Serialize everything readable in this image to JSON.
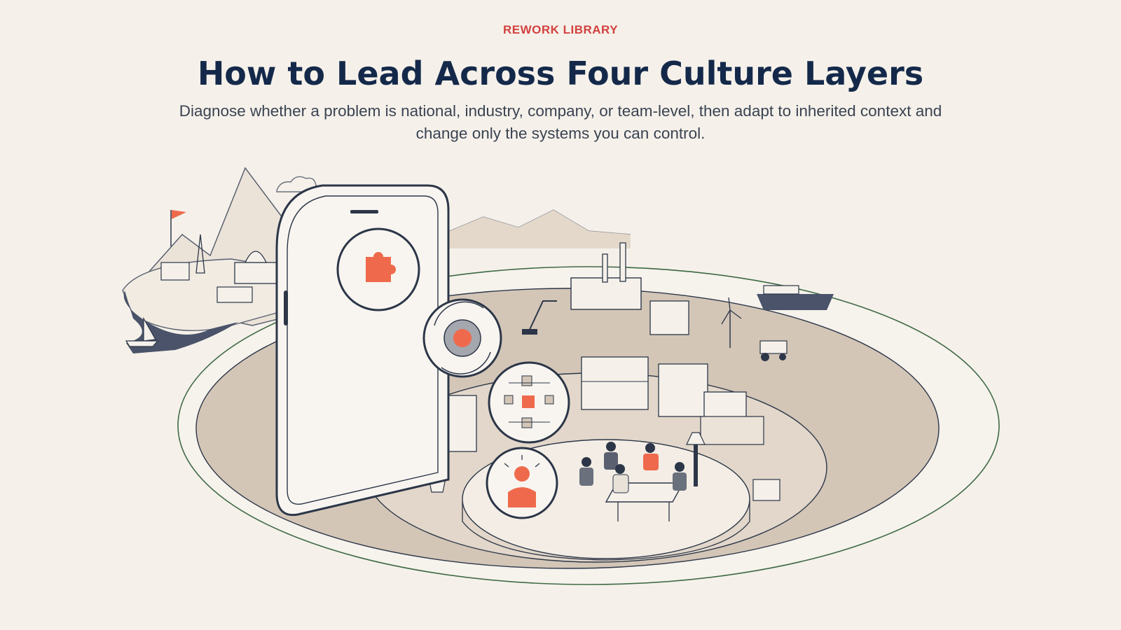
{
  "header": {
    "eyebrow": "REWORK LIBRARY",
    "title": "How to Lead Across Four Culture Layers",
    "subtitle": "Diagnose whether a problem is national, industry, company, or team-level, then adapt to inherited context and change only the systems you can control."
  },
  "illustration": {
    "icons": [
      "puzzle-icon",
      "gear-cycle-icon",
      "org-chart-icon",
      "person-icon"
    ],
    "colors": {
      "accent": "#ef6a4c",
      "ink": "#2c3648",
      "sand": "#d3c6b7",
      "background": "#f5f1ea",
      "water": "#4a5369"
    }
  }
}
